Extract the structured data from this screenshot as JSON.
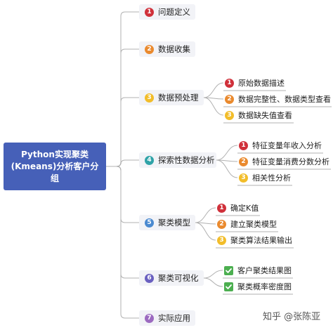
{
  "colors": {
    "root_bg": "#4660b8",
    "red": "#d0303a",
    "orange": "#ea8a2e",
    "yellow": "#f2bd2a",
    "teal": "#2fa3a8",
    "blue": "#4b8ad0",
    "indigo": "#6a60c0",
    "purple": "#9c6ac0",
    "green_check": "#4caf50",
    "line": "#b0b0b0"
  },
  "root": {
    "label": "Python实现聚类(Kmeans)分析客户分组"
  },
  "steps": [
    {
      "num": "1",
      "label": "问题定义",
      "badge": "#d0303a"
    },
    {
      "num": "2",
      "label": "数据收集",
      "badge": "#ea8a2e"
    },
    {
      "num": "3",
      "label": "数据预处理",
      "badge": "#f2bd2a",
      "children": [
        {
          "num": "1",
          "label": "原始数据描述",
          "badge": "#d0303a"
        },
        {
          "num": "2",
          "label": "数据完整性、数据类型查看",
          "badge": "#ea8a2e"
        },
        {
          "num": "3",
          "label": "数据缺失值查看",
          "badge": "#f2bd2a"
        }
      ]
    },
    {
      "num": "4",
      "label": "探索性数据分析",
      "badge": "#2fa3a8",
      "children": [
        {
          "num": "1",
          "label": "特征变量年收入分析",
          "badge": "#d0303a"
        },
        {
          "num": "2",
          "label": "特征变量消费分数分析",
          "badge": "#ea8a2e"
        },
        {
          "num": "3",
          "label": "相关性分析",
          "badge": "#f2bd2a"
        }
      ]
    },
    {
      "num": "5",
      "label": "聚类模型",
      "badge": "#4b8ad0",
      "children": [
        {
          "num": "1",
          "label": "确定K值",
          "badge": "#d0303a"
        },
        {
          "num": "2",
          "label": "建立聚类模型",
          "badge": "#ea8a2e"
        },
        {
          "num": "3",
          "label": "聚类算法结果输出",
          "badge": "#f2bd2a"
        }
      ]
    },
    {
      "num": "6",
      "label": "聚类可视化",
      "badge": "#6a60c0",
      "children": [
        {
          "icon": "check-icon",
          "label": "客户聚类结果图"
        },
        {
          "icon": "check-icon",
          "label": "聚类概率密度图"
        }
      ]
    },
    {
      "num": "7",
      "label": "实际应用",
      "badge": "#9c6ac0"
    }
  ],
  "watermark": "知乎 @张陈亚"
}
